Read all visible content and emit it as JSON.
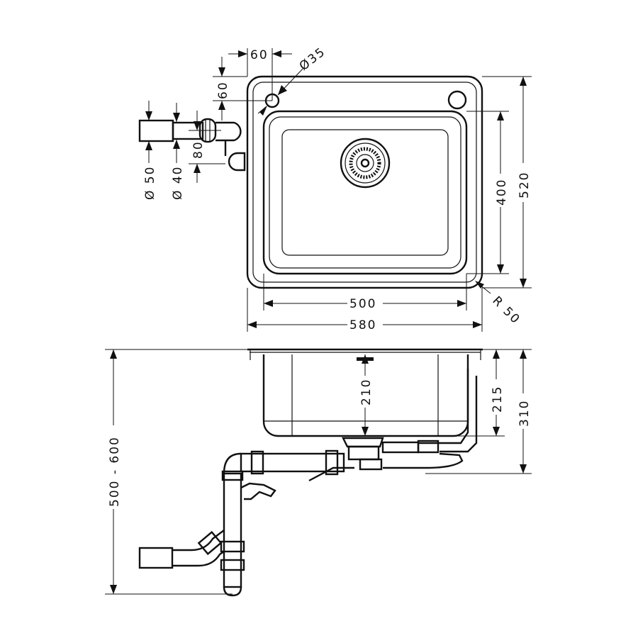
{
  "top_view": {
    "dim_tap_offset_x": "60",
    "dim_tap_diameter": "Ø35",
    "dim_tap_offset_y": "60",
    "dim_outer_depth": "520",
    "dim_bowl_depth": "400",
    "dim_bowl_width": "500",
    "dim_outer_width": "580",
    "dim_corner_radius": "R 50",
    "dim_outlet_50": "Ø 50",
    "dim_outlet_40": "Ø 40",
    "dim_overflow_offset": "80"
  },
  "side_view": {
    "dim_bowl_height": "210",
    "dim_drain_height": "215",
    "dim_total_height": "310",
    "dim_install_height": "500 - 600"
  }
}
